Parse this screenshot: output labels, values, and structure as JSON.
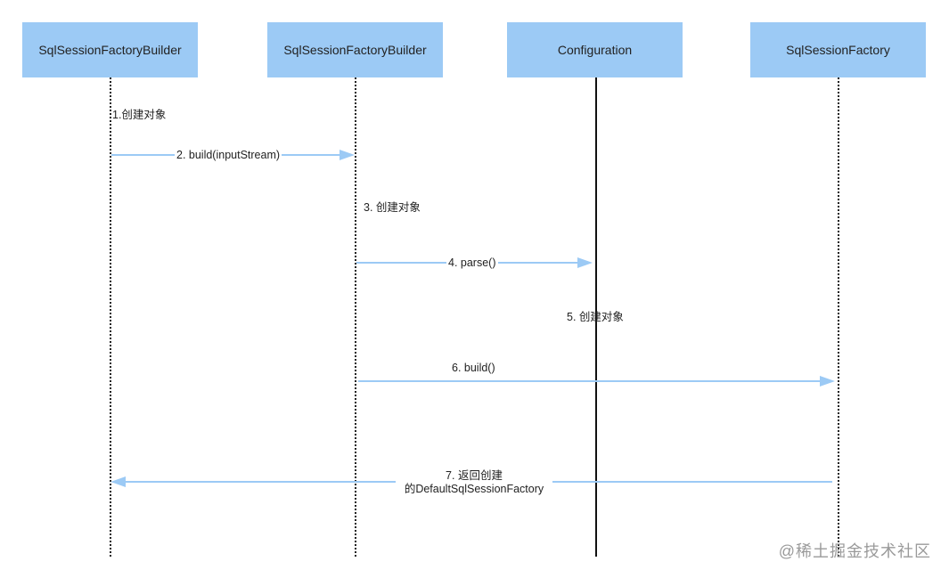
{
  "colors": {
    "actor_fill": "#9CCAF5",
    "arrow": "#9CCAF5",
    "text": "#222222"
  },
  "participants": [
    {
      "name": "SqlSessionFactoryBuilder",
      "lifeline": "dotted"
    },
    {
      "name": "SqlSessionFactoryBuilder",
      "lifeline": "dotted"
    },
    {
      "name": "Configuration",
      "lifeline": "solid"
    },
    {
      "name": "SqlSessionFactory",
      "lifeline": "dotted"
    }
  ],
  "messages": [
    {
      "label": "1.创建对象",
      "type": "note"
    },
    {
      "label": "2. build(inputStream)",
      "type": "call"
    },
    {
      "label": "3. 创建对象",
      "type": "note"
    },
    {
      "label": "4. parse()",
      "type": "call"
    },
    {
      "label": "5. 创建对象",
      "type": "note"
    },
    {
      "label": "6. build()",
      "type": "call"
    },
    {
      "label_line1": "7. 返回创建",
      "label_line2": "的DefaultSqlSessionFactory",
      "type": "return"
    }
  ],
  "watermark": "@稀土掘金技术社区"
}
